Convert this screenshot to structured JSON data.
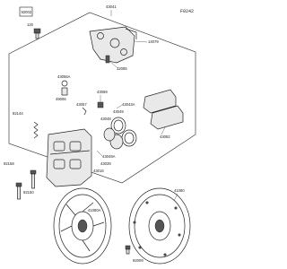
{
  "diagram": {
    "code": "F0242",
    "labels": {
      "p43041": "43041",
      "p92002": "92002",
      "p120": "120",
      "p14079": "14079",
      "p32085": "32085",
      "p43056a": "43056A",
      "p49006": "49006",
      "p43057": "43057",
      "p43059": "43059",
      "p43043a": "43043A",
      "p43049": "43049",
      "p43048": "43048",
      "p43082": "43082",
      "p92144": "92144",
      "p43049a": "43049A",
      "p43039": "43039",
      "p43016": "43016",
      "p92158": "92158",
      "p92150": "92150",
      "p41080": "41080",
      "p41080a": "41080A",
      "p92009": "92009"
    }
  }
}
